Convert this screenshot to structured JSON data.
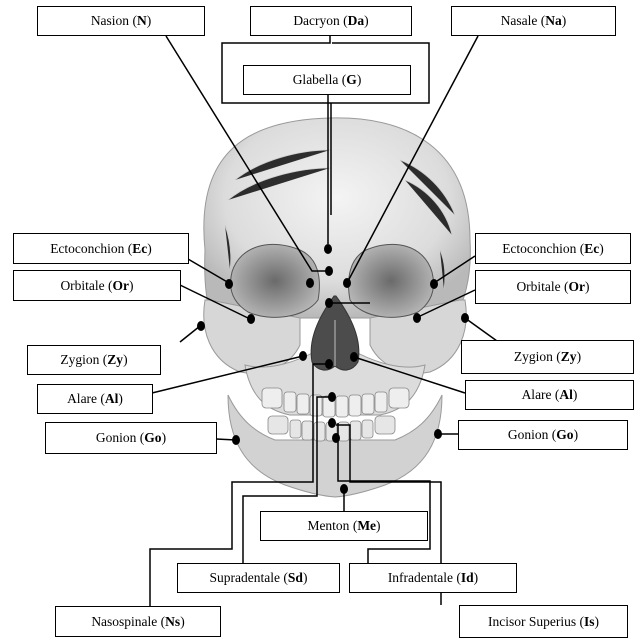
{
  "landmarks": {
    "nasion": {
      "name": "Nasion",
      "abbr": "N"
    },
    "dacryon": {
      "name": "Dacryon",
      "abbr": "Da"
    },
    "nasale": {
      "name": "Nasale",
      "abbr": "Na"
    },
    "glabella": {
      "name": "Glabella",
      "abbr": "G"
    },
    "ectoconchion_r": {
      "name": "Ectoconchion",
      "abbr": "Ec"
    },
    "ectoconchion_l": {
      "name": "Ectoconchion",
      "abbr": "Ec"
    },
    "orbitale_r": {
      "name": "Orbitale",
      "abbr": "Or"
    },
    "orbitale_l": {
      "name": "Orbitale",
      "abbr": "Or"
    },
    "zygion_r": {
      "name": "Zygion",
      "abbr": "Zy"
    },
    "zygion_l": {
      "name": "Zygion",
      "abbr": "Zy"
    },
    "alare_r": {
      "name": "Alare",
      "abbr": "Al"
    },
    "alare_l": {
      "name": "Alare",
      "abbr": "Al"
    },
    "gonion_r": {
      "name": "Gonion",
      "abbr": "Go"
    },
    "gonion_l": {
      "name": "Gonion",
      "abbr": "Go"
    },
    "menton": {
      "name": "Menton",
      "abbr": "Me"
    },
    "supradentale": {
      "name": "Supradentale",
      "abbr": "Sd"
    },
    "infradentale": {
      "name": "Infradentale",
      "abbr": "Id"
    },
    "nasospinale": {
      "name": "Nasospinale",
      "abbr": "Ns"
    },
    "incisor_superius": {
      "name": "Incisor Superius",
      "abbr": "Is"
    }
  }
}
